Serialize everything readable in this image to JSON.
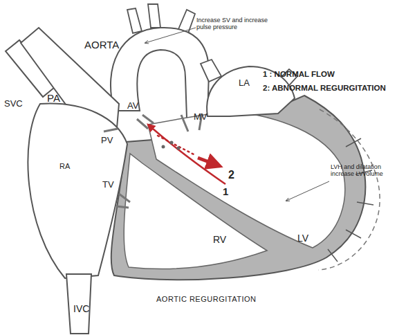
{
  "diagram": {
    "caption": "AORTIC REGURGITATION",
    "labels": [
      "AORTA",
      "Increase SV and increase pulse pressure",
      "SVC",
      "PA",
      "LA",
      "1 : NORMAL FLOW",
      "2: ABNORMAL REGURGITATION",
      "AV",
      "MV",
      "PV",
      "RA",
      "2",
      "TV",
      "1",
      "LVH and dilatation increase LVvolume",
      "RV",
      "LV",
      "IVC"
    ]
  }
}
